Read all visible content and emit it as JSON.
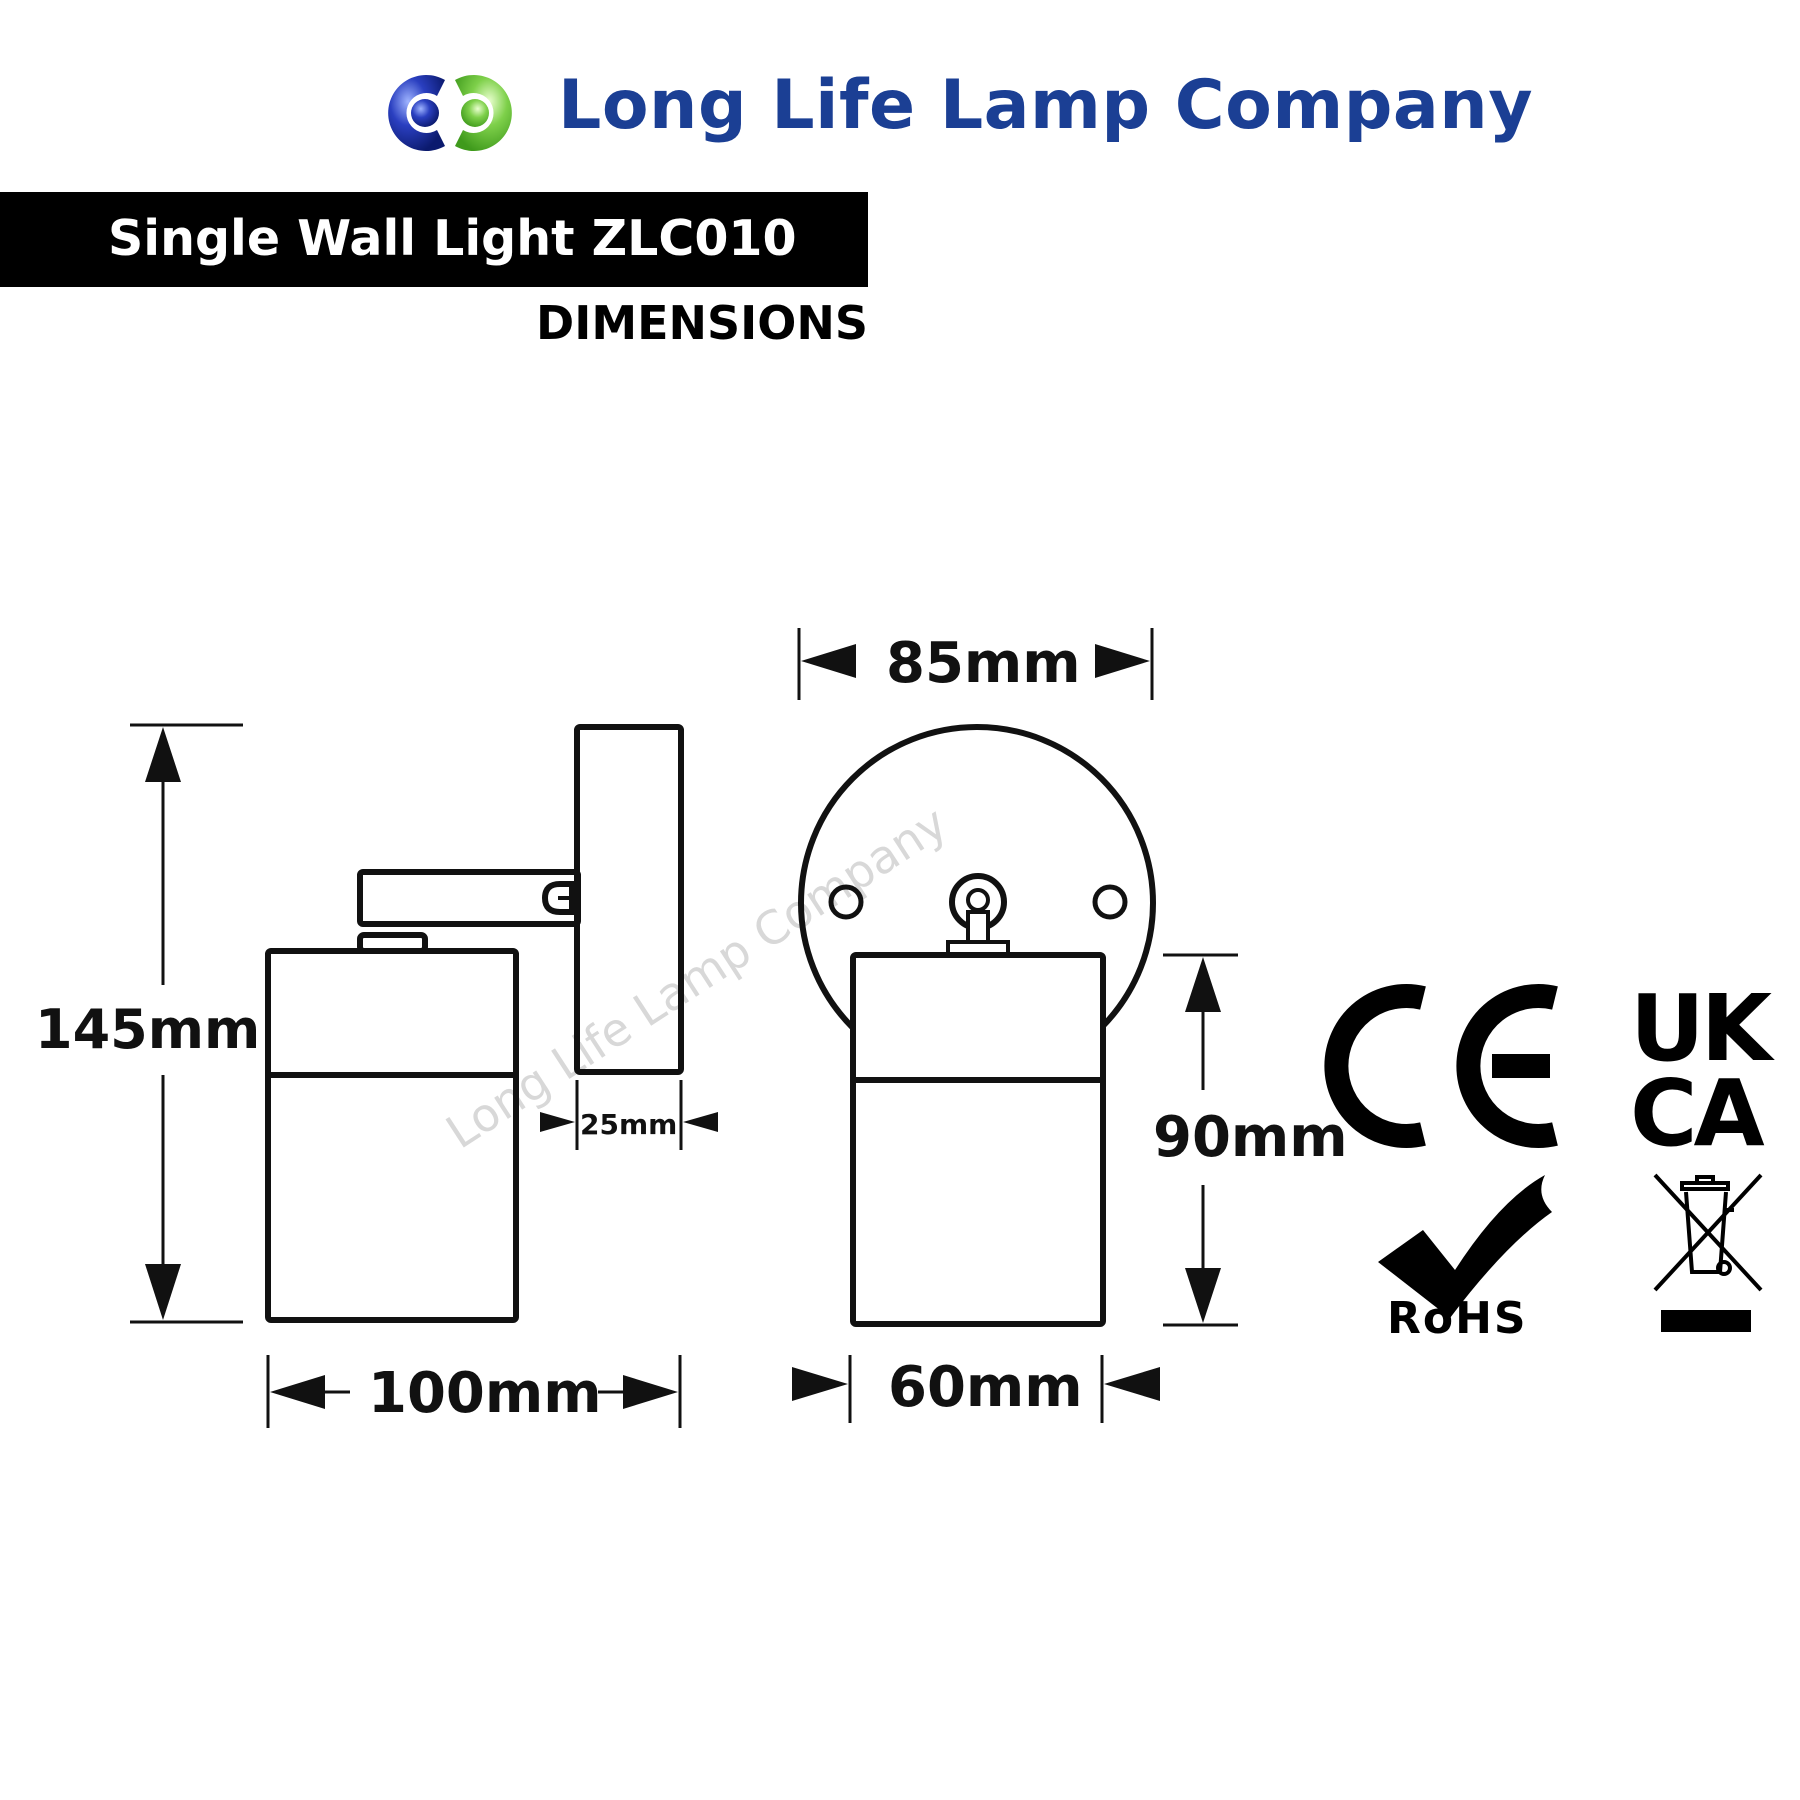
{
  "header": {
    "company_name": "Long Life Lamp Company",
    "logo_icon": "two-overlapping-rings-logo-icon",
    "brand_blue": "#1b3f94",
    "brand_green": "#7ac943"
  },
  "title_bar": {
    "product_title": "Single Wall Light ZLC010",
    "subtitle": "DIMENSIONS"
  },
  "watermark": "Long Life Lamp Company",
  "dimensions": {
    "side_height": "145mm",
    "side_depth": "100mm",
    "plate_thickness": "25mm",
    "plate_diameter": "85mm",
    "body_height": "90mm",
    "body_width": "60mm"
  },
  "certifications": {
    "ce": "CE",
    "ukca_top": "UK",
    "ukca_bottom": "CA",
    "rohs": "RoHS",
    "weee_icon": "crossed-out-wheelie-bin-icon"
  }
}
